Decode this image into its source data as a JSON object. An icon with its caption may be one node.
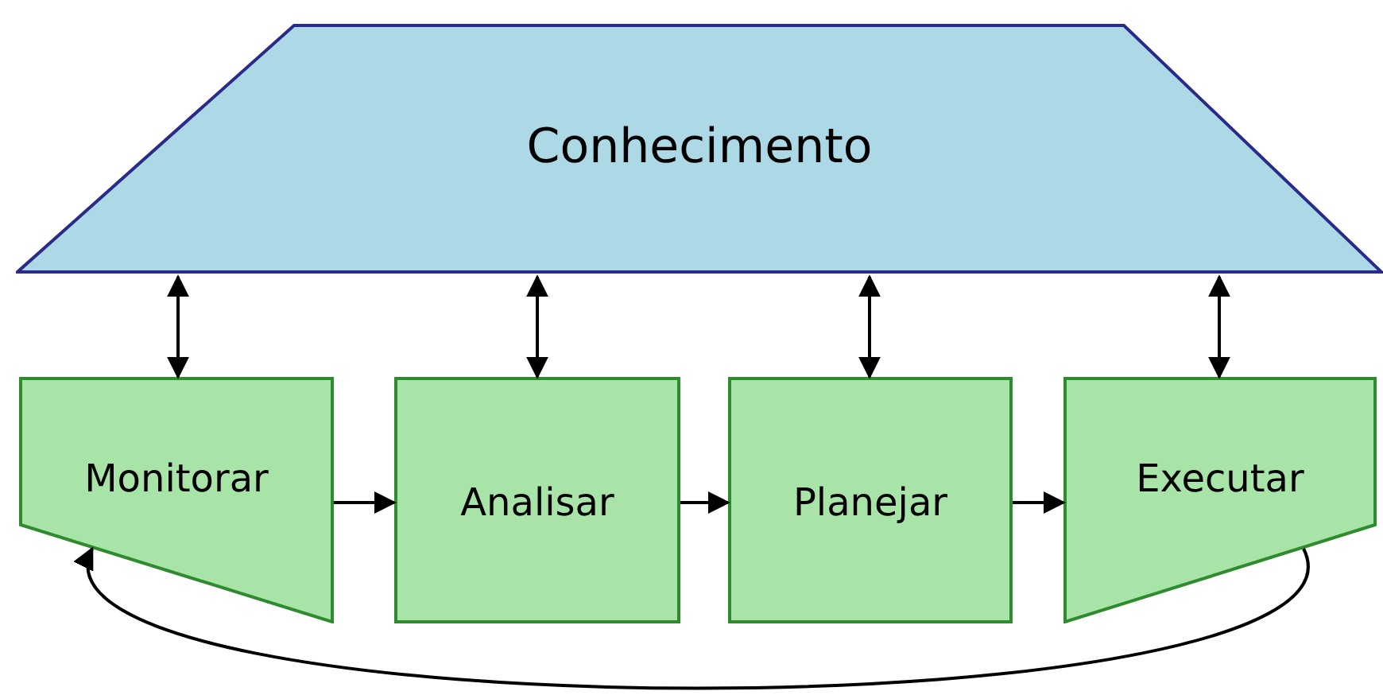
{
  "diagram": {
    "nodes": [
      {
        "text": [
          "Conhecimento"
        ]
      },
      {
        "text": [
          "Monitorar"
        ]
      },
      {
        "text": [
          "Analisar"
        ]
      },
      {
        "text": [
          "Planejar"
        ]
      },
      {
        "text": [
          "Executar"
        ]
      }
    ],
    "edges": [
      {
        "from": 0,
        "to": 1,
        "arrow": "both"
      },
      {
        "from": 0,
        "to": 2,
        "arrow": "both"
      },
      {
        "from": 0,
        "to": 3,
        "arrow": "both"
      },
      {
        "from": 0,
        "to": 4,
        "arrow": "both"
      },
      {
        "from": 1,
        "to": 2,
        "arrow": "to"
      },
      {
        "from": 2,
        "to": 3,
        "arrow": "to"
      },
      {
        "from": 3,
        "to": 4,
        "arrow": "to"
      },
      {
        "from": 4,
        "to": 1,
        "arrow": "to"
      }
    ]
  }
}
